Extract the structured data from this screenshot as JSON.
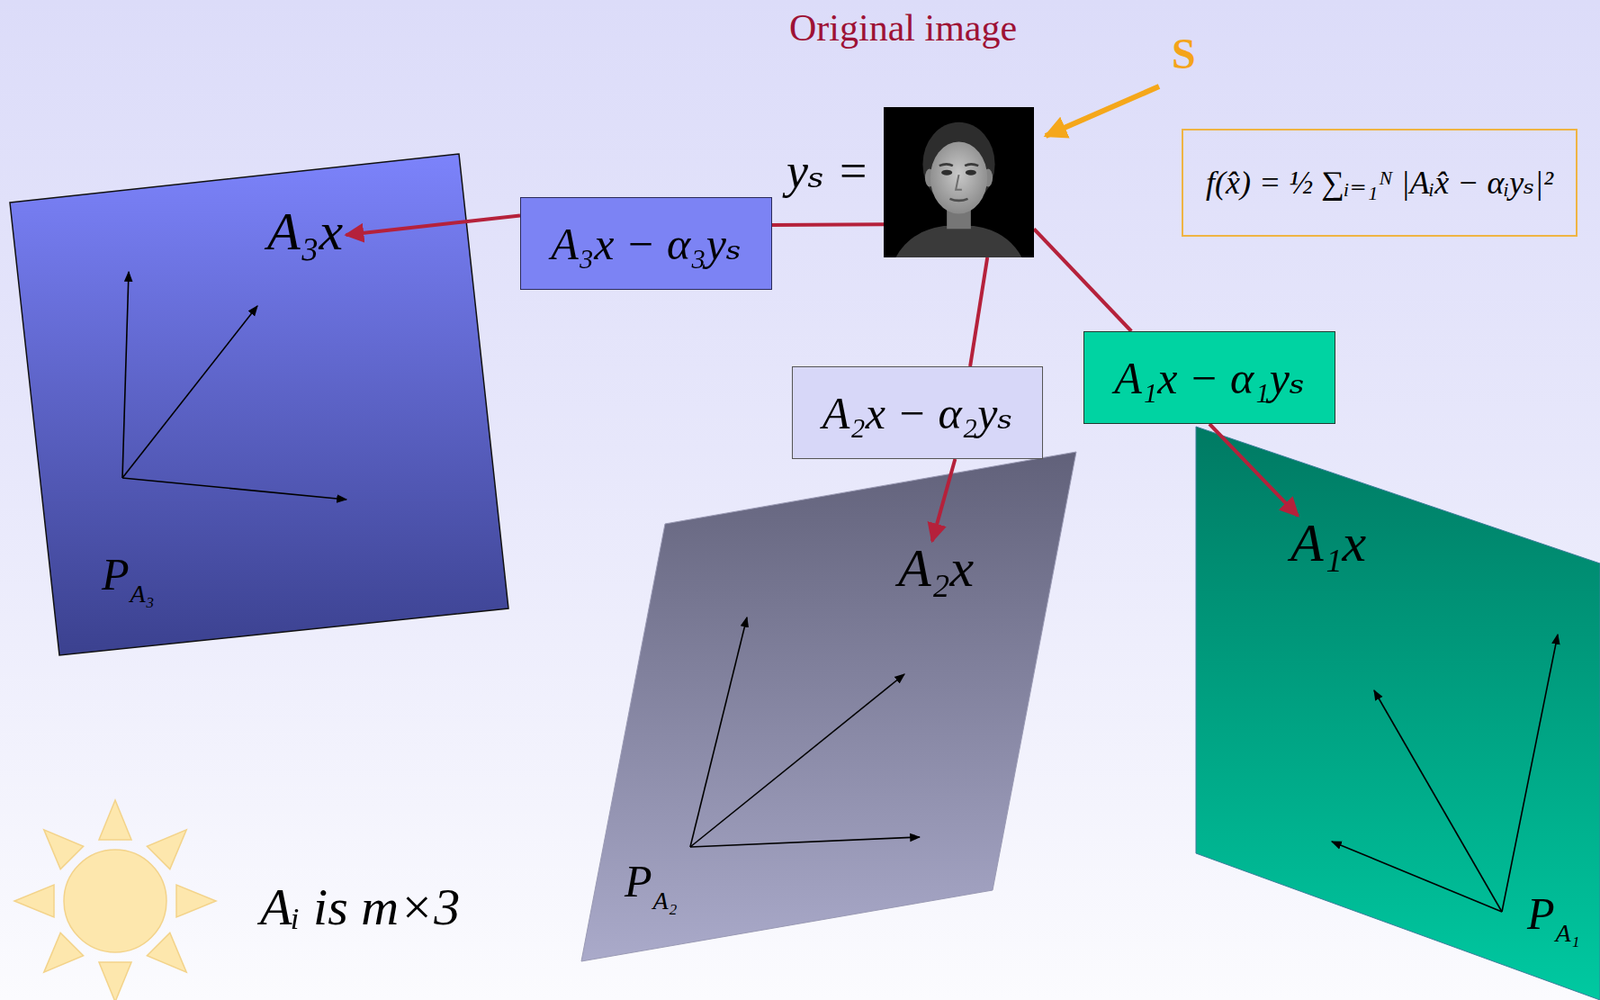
{
  "diagram": {
    "title": "Original image",
    "nodes": [
      {
        "text": [
          "yₛ ="
        ]
      },
      {
        "text": [
          "f(x̂) = ½ ∑ᵢ₌₁ᴺ |Aᵢx̂ − αᵢyₛ|²"
        ]
      },
      {
        "text": [
          "A₃x − α₃yₛ"
        ]
      },
      {
        "text": [
          "P",
          "A₃"
        ]
      },
      {
        "text": [
          "A₃x"
        ],
        "in": 3
      },
      {
        "text": [
          "A₁x − α₁yₛ"
        ]
      },
      {
        "text": [
          "A₂x − α₂yₛ"
        ]
      },
      {
        "text": [
          "P",
          "A₂"
        ]
      },
      {
        "text": [
          "A₂x"
        ],
        "in": 7
      },
      {
        "text": [
          "P",
          "A₁"
        ]
      },
      {
        "text": [
          "A₁x"
        ],
        "in": 9
      }
    ],
    "edges": [
      {
        "from": 0,
        "to": 2,
        "arrow": "none"
      },
      {
        "from": 2,
        "to": 4,
        "arrow": "to"
      },
      {
        "from": 0,
        "to": 6,
        "arrow": "none"
      },
      {
        "from": 6,
        "to": 8,
        "arrow": "to"
      },
      {
        "from": 0,
        "to": 5,
        "arrow": "none"
      },
      {
        "from": 5,
        "to": 10,
        "arrow": "to"
      }
    ],
    "labels": [
      "S",
      "Aᵢ is m×3"
    ]
  }
}
